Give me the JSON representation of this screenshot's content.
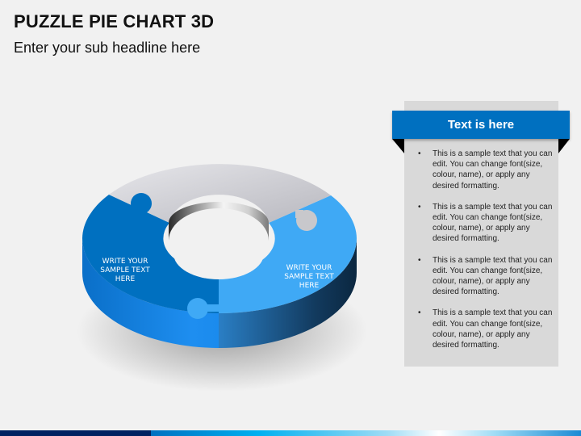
{
  "header": {
    "title": "PUZZLE PIE CHART 3D",
    "subtitle": "Enter your sub headline here"
  },
  "chart_data": {
    "type": "pie",
    "variant": "3d-puzzle-donut",
    "title": "",
    "categories": [
      "Segment 1 (top, grey)",
      "Segment 2 (left, dark blue)",
      "Segment 3 (right, light blue)"
    ],
    "values": [
      33.3,
      33.3,
      33.3
    ],
    "colors": [
      "#c8c8cc",
      "#0070c0",
      "#3fa9f5"
    ],
    "labels": [
      {
        "segment": 1,
        "text": ""
      },
      {
        "segment": 2,
        "lines": [
          "WRITE YOUR",
          "SAMPLE TEXT",
          "HERE"
        ]
      },
      {
        "segment": 3,
        "lines": [
          "WRITE YOUR",
          "SAMPLE TEXT",
          "HERE"
        ]
      }
    ],
    "legend": "none"
  },
  "sidebar": {
    "heading": "Text is here",
    "items": [
      {
        "text": "This is a sample text that you can edit. You can change font(size, colour, name), or apply any desired formatting."
      },
      {
        "text": "This is a sample text that you can edit. You can change font(size, colour, name), or apply any desired formatting."
      },
      {
        "text": "This is a sample text that you can edit. You can change font(size, colour, name), or apply any desired formatting."
      },
      {
        "text": "This is a sample text that you can edit. You can change font(size, colour, name), or apply any desired formatting."
      }
    ]
  },
  "colors": {
    "accent": "#0070c0",
    "footer_dark": "#002060",
    "panel_bg": "#d9d9d9",
    "background": "#f1f1f1"
  }
}
